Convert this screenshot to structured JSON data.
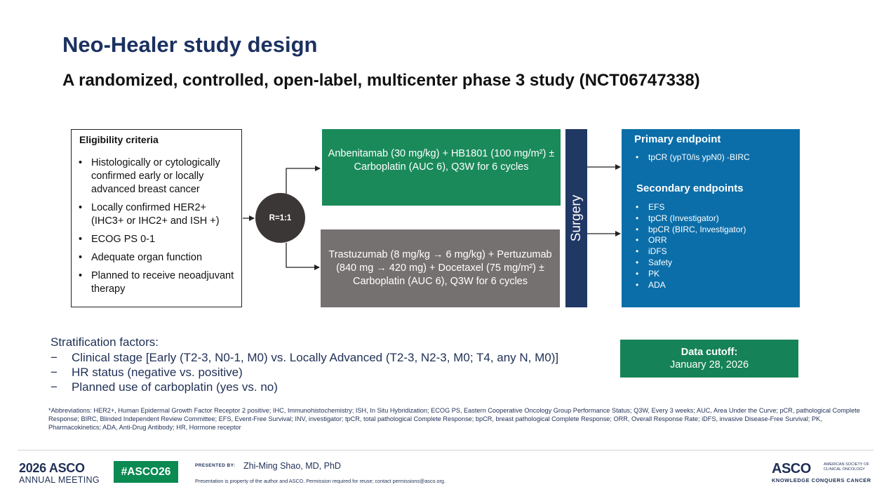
{
  "title": "Neo-Healer study design",
  "subtitle": "A randomized, controlled, open-label, multicenter phase 3 study (NCT06747338)",
  "eligibility": {
    "title": "Eligibility criteria",
    "items": [
      "Histologically or cytologically confirmed early or locally advanced breast cancer",
      "Locally confirmed HER2+ (IHC3+ or IHC2+ and ISH +)",
      "ECOG PS 0-1",
      "Adequate organ function",
      "Planned to receive neoadjuvant therapy"
    ]
  },
  "randomization": {
    "label": "R=1:1"
  },
  "arms": [
    {
      "text": "Anbenitamab (30 mg/kg) + HB1801 (100 mg/m²) ± Carboplatin (AUC 6), Q3W for 6 cycles",
      "color": "#1a8a5a"
    },
    {
      "text": "Trastuzumab (8 mg/kg → 6 mg/kg) + Pertuzumab (840 mg → 420 mg) + Docetaxel (75 mg/m²) ± Carboplatin (AUC 6), Q3W for 6 cycles",
      "color": "#767171"
    }
  ],
  "surgery": {
    "label": "Surgery"
  },
  "endpoints": {
    "primary_title": "Primary endpoint",
    "primary": [
      "tpCR (ypT0/is ypN0) -BIRC"
    ],
    "secondary_title": "Secondary endpoints",
    "secondary": [
      "EFS",
      "tpCR (Investigator)",
      "bpCR (BIRC, Investigator)",
      "ORR",
      "iDFS",
      "Safety",
      "PK",
      "ADA"
    ]
  },
  "stratification": {
    "title": "Stratification factors:",
    "items": [
      "Clinical stage [Early (T2-3, N0-1, M0) vs. Locally Advanced (T2-3, N2-3, M0; T4, any N, M0)]",
      "HR status (negative vs. positive)",
      "Planned use of carboplatin (yes vs. no)"
    ]
  },
  "data_cutoff": {
    "label": "Data cutoff:",
    "date": "January 28, 2026"
  },
  "abbreviations": "*Abbreviations: HER2+, Human Epidermal Growth Factor Receptor 2 positive; IHC, Immunohistochemistry; ISH, In Situ Hybridization; ECOG PS, Eastern Cooperative Oncology Group Performance Status; Q3W, Every 3 weeks; AUC, Area Under the Curve; pCR, pathological Complete Response; BIRC, Blinded Independent Review Committee; EFS, Event-Free Survival; INV, investigator; tpCR, total pathological Complete Response; bpCR, breast pathological Complete Response; ORR, Overall Response Rate; iDFS, invasive Disease-Free Survival; PK, Pharmacokinetics; ADA, Anti-Drug Antibody; HR, Hormone receptor",
  "footer": {
    "meeting_year_brand": "2026 ASCO",
    "meeting_name": "ANNUAL MEETING",
    "hashtag": "#ASCO26",
    "presented_by_label": "PRESENTED BY:",
    "presenter": "Zhi-Ming Shao, MD, PhD",
    "disclaimer": "Presentation is property of the author and ASCO. Permission required for reuse; contact permissions@asco.org.",
    "society_brand": "ASCO",
    "society_name": "AMERICAN SOCIETY OF CLINICAL ONCOLOGY",
    "tagline": "KNOWLEDGE CONQUERS CANCER"
  },
  "colors": {
    "title": "#1b3160",
    "arm_a": "#1a8a5a",
    "arm_b": "#767171",
    "surgery": "#203864",
    "endpoints": "#0b6ea9",
    "cutoff": "#168257",
    "randomization": "#3b3736"
  }
}
